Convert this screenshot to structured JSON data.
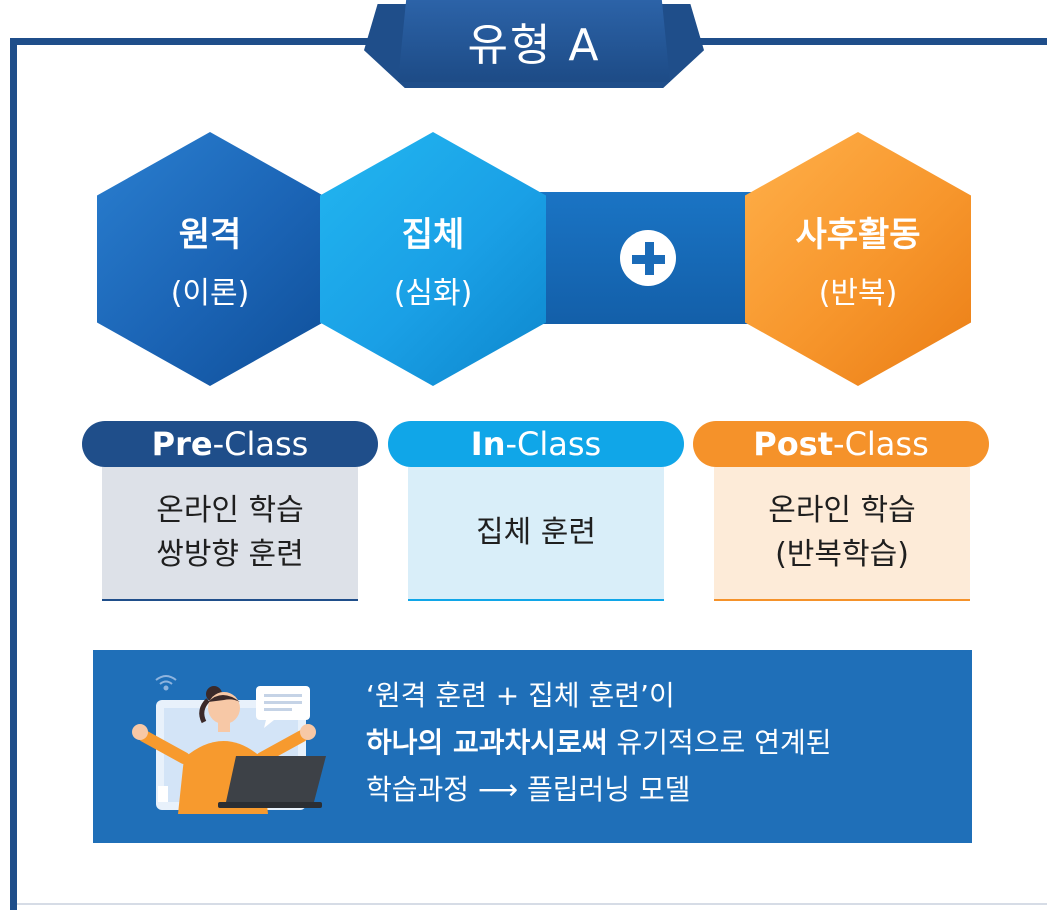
{
  "title": "유형 A",
  "hexagons": [
    {
      "main": "원격",
      "sub": "(이론)"
    },
    {
      "main": "집체",
      "sub": "(심화)"
    },
    {
      "main": "사후활동",
      "sub": "(반복)"
    }
  ],
  "phases": [
    {
      "bold": "Pre",
      "rest": "-Class",
      "lines": [
        "온라인 학습",
        "쌍방향 훈련"
      ]
    },
    {
      "bold": "In",
      "rest": "-Class",
      "lines": [
        "집체 훈련"
      ]
    },
    {
      "bold": "Post",
      "rest": "-Class",
      "lines": [
        "온라인 학습",
        "(반복학습)"
      ]
    }
  ],
  "banner": {
    "line1": "‘원격 훈련 + 집체 훈련’이",
    "line2_bold": "하나의 교과차시로써",
    "line2_rest": " 유기적으로 연계된",
    "line3": "학습과정 ⟶ 플립러닝 모델"
  },
  "colors": {
    "navy": "#1f4e8a",
    "cyan": "#10a6e8",
    "orange": "#f5922a",
    "banner_blue": "#1f6fb8"
  },
  "icons": [
    "plus-icon",
    "wifi-icon",
    "chat-bubble-icon",
    "laptop-icon"
  ]
}
